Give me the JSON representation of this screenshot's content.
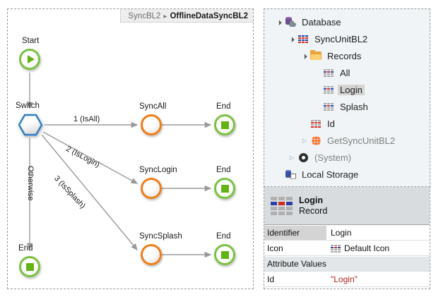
{
  "breadcrumb": {
    "parent": "SyncBL2",
    "separator": "▸",
    "current": "OfflineDataSyncBL2"
  },
  "flow": {
    "nodes": [
      {
        "id": "start",
        "label": "Start",
        "kind": "start-node"
      },
      {
        "id": "switch",
        "label": "Switch",
        "kind": "switch-node"
      },
      {
        "id": "sync-all",
        "label": "SyncAll",
        "kind": "action-node"
      },
      {
        "id": "end-all",
        "label": "End",
        "kind": "end-node"
      },
      {
        "id": "sync-login",
        "label": "SyncLogin",
        "kind": "action-node"
      },
      {
        "id": "end-login",
        "label": "End",
        "kind": "end-node"
      },
      {
        "id": "sync-splash",
        "label": "SyncSplash",
        "kind": "action-node"
      },
      {
        "id": "end-splash",
        "label": "End",
        "kind": "end-node"
      },
      {
        "id": "end-other",
        "label": "End",
        "kind": "end-node"
      }
    ],
    "edge_labels": {
      "branch1": "1 (IsAll)",
      "branch2": "2 (IsLogin)",
      "branch3": "3 (IsSplash)",
      "otherwise": "Otherwise"
    }
  },
  "tree": {
    "items": [
      {
        "label": "Database",
        "icon": "database-icon",
        "indent": 0,
        "twisty": "open",
        "state": "normal"
      },
      {
        "label": "SyncUnitBL2",
        "icon": "entity-icon",
        "indent": 1,
        "twisty": "open",
        "state": "normal"
      },
      {
        "label": "Records",
        "icon": "folder-icon",
        "indent": 2,
        "twisty": "open",
        "state": "normal"
      },
      {
        "label": "All",
        "icon": "record-icon",
        "indent": 3,
        "twisty": "none",
        "state": "normal"
      },
      {
        "label": "Login",
        "icon": "record-icon",
        "indent": 3,
        "twisty": "none",
        "state": "selected"
      },
      {
        "label": "Splash",
        "icon": "record-icon",
        "indent": 3,
        "twisty": "none",
        "state": "normal"
      },
      {
        "label": "Id",
        "icon": "attribute-icon",
        "indent": 2,
        "twisty": "none",
        "state": "normal"
      },
      {
        "label": "GetSyncUnitBL2",
        "icon": "globe-icon",
        "indent": 2,
        "twisty": "closed",
        "state": "dim"
      },
      {
        "label": "(System)",
        "icon": "system-icon",
        "indent": 1,
        "twisty": "closed",
        "state": "dim"
      },
      {
        "label": "Local Storage",
        "icon": "local-storage-icon",
        "indent": 0,
        "twisty": "none",
        "state": "normal"
      }
    ]
  },
  "properties": {
    "header": {
      "title": "Login",
      "subtitle": "Record",
      "icon": "record-icon-large"
    },
    "rows": [
      {
        "type": "pair",
        "key": "Identifier",
        "value": "Login",
        "key_selected": true,
        "icon": "",
        "value_style": "plain"
      },
      {
        "type": "pair",
        "key": "Icon",
        "value": "Default Icon",
        "key_selected": false,
        "icon": "record-icon",
        "value_style": "plain"
      },
      {
        "type": "section",
        "key": "Attribute Values",
        "value": "",
        "key_selected": false,
        "icon": "",
        "value_style": "plain"
      },
      {
        "type": "pair",
        "key": "Id",
        "value": "\"Login\"",
        "key_selected": false,
        "icon": "",
        "value_style": "string"
      }
    ]
  },
  "colors": {
    "green": "#7ac143",
    "orange": "#f07d1a",
    "blue": "#2f7ec4",
    "string_red": "#b22222",
    "selection_gray": "#d4d4d4"
  }
}
